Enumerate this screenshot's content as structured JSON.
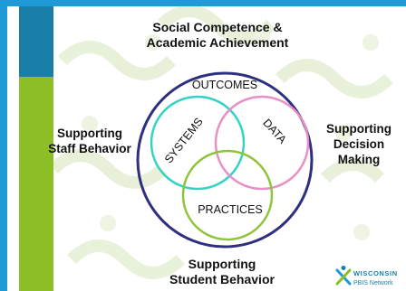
{
  "diagram": {
    "top_label": [
      "Social Competence &",
      "Academic Achievement"
    ],
    "left_label": [
      "Supporting",
      "Staff Behavior"
    ],
    "right_label": [
      "Supporting",
      "Decision",
      "Making"
    ],
    "bottom_label": [
      "Supporting",
      "Student Behavior"
    ],
    "outer_circle_label": "OUTCOMES",
    "circles": {
      "systems": "SYSTEMS",
      "data": "DATA",
      "practices": "PRACTICES"
    },
    "colors": {
      "outer": "#2e2f7f",
      "systems": "#33d3c6",
      "data": "#e890c4",
      "practices": "#8fc43c",
      "frame": "#1e9ad6",
      "bar_top": "#1a7fa8",
      "bar_bottom": "#8cbf26"
    }
  },
  "logo": {
    "title": "WISCONSIN",
    "subtitle": "PBIS Network"
  }
}
